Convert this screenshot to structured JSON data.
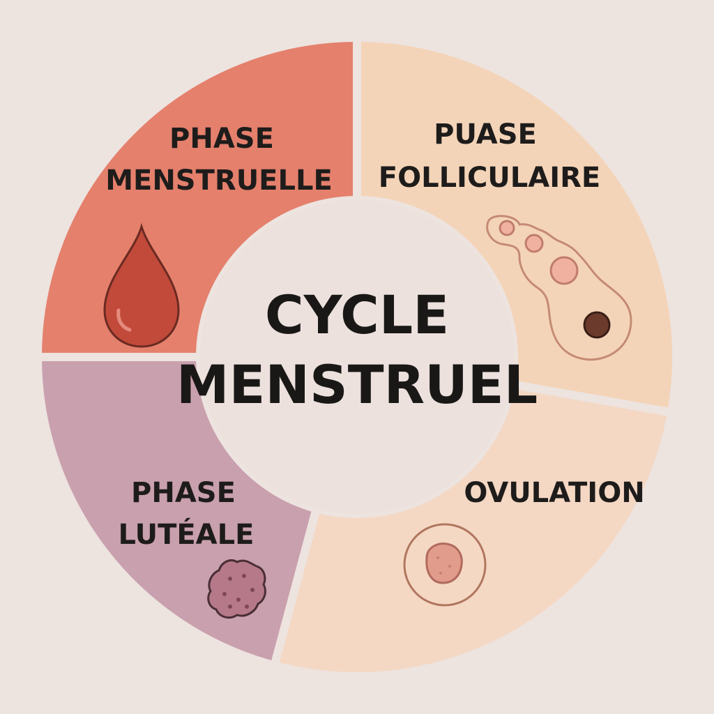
{
  "title": {
    "line1": "CYCLE",
    "line2": "MENSTRUEL"
  },
  "phases": [
    {
      "line1": "PHASE",
      "line2": "MENSTRUELLE",
      "color": "#e4806c",
      "icon": "blood-drop"
    },
    {
      "line1": "PUASE",
      "line2": "FOLLICULAIRE",
      "color": "#f4d4b8",
      "icon": "follicle"
    },
    {
      "line1": "OVULATION",
      "line2": "",
      "color": "#f4d8c4",
      "icon": "ovum"
    },
    {
      "line1": "PHASE",
      "line2": "LUTÉALE",
      "color": "#c9a0ae",
      "icon": "corpus-luteum"
    }
  ]
}
